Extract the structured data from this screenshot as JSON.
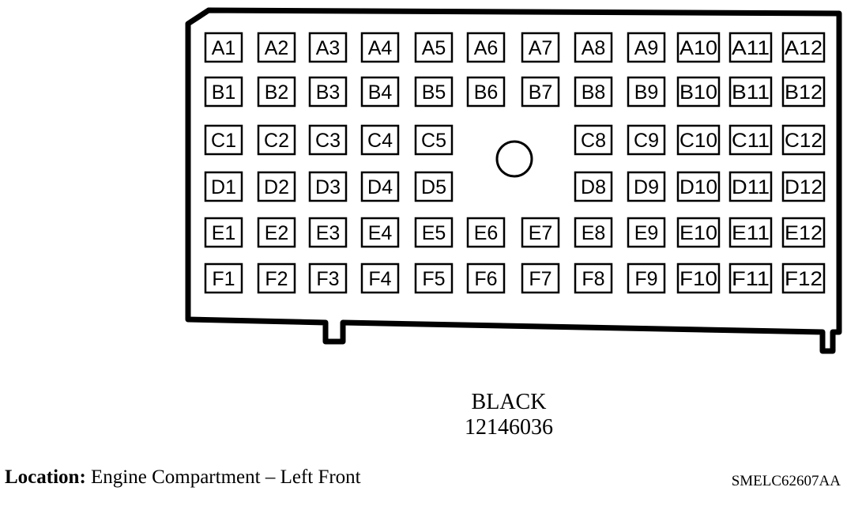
{
  "connector": {
    "color": "BLACK",
    "part_number": "12146036",
    "rows": [
      [
        "A1",
        "A2",
        "A3",
        "A4",
        "A5",
        "A6",
        "A7",
        "A8",
        "A9",
        "A10",
        "A11",
        "A12"
      ],
      [
        "B1",
        "B2",
        "B3",
        "B4",
        "B5",
        "B6",
        "B7",
        "B8",
        "B9",
        "B10",
        "B11",
        "B12"
      ],
      [
        "C1",
        "C2",
        "C3",
        "C4",
        "C5",
        "",
        "",
        "C8",
        "C9",
        "C10",
        "C11",
        "C12"
      ],
      [
        "D1",
        "D2",
        "D3",
        "D4",
        "D5",
        "",
        "",
        "D8",
        "D9",
        "D10",
        "D11",
        "D12"
      ],
      [
        "E1",
        "E2",
        "E3",
        "E4",
        "E5",
        "E6",
        "E7",
        "E8",
        "E9",
        "E10",
        "E11",
        "E12"
      ],
      [
        "F1",
        "F2",
        "F3",
        "F4",
        "F5",
        "F6",
        "F7",
        "F8",
        "F9",
        "F10",
        "F11",
        "F12"
      ]
    ]
  },
  "location": {
    "label": "Location:",
    "value": "Engine Compartment – Left Front"
  },
  "diagram_id": "SMELC62607AA"
}
